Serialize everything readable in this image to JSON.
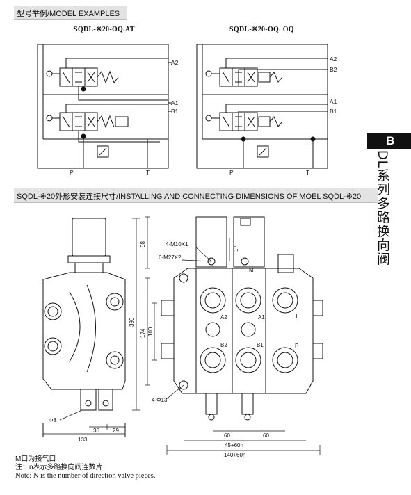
{
  "section1": {
    "title": "型号举例/MODEL EXAMPLES"
  },
  "schematics": [
    {
      "title": "SQDL-※20-OQ.AT",
      "ports": [
        "A2",
        "A1",
        "B1",
        "P",
        "T"
      ]
    },
    {
      "title": "SQDL-※20-OQ. OQ",
      "ports": [
        "A2",
        "B2",
        "A1",
        "B1",
        "P",
        "T"
      ]
    }
  ],
  "section2": {
    "title": "SQDL-※20外形安装连接尺寸/INSTALLING AND CONNECTING DIMENSIONS OF MOEL SQDL-※20"
  },
  "side_tab": {
    "letter": "B",
    "text": "DL系列多路换向阀"
  },
  "drawing": {
    "callouts": {
      "bolts": "4-M10X1",
      "ports": "6-M27X2",
      "mount_holes": "4-Φ13",
      "pin": "Φ8"
    },
    "dims": {
      "height_390": "390",
      "height_98": "98",
      "height_174": "174",
      "height_100": "100",
      "top_17": "17",
      "w_133": "133",
      "w_30": "30",
      "w_29": "29",
      "pitch_a": "60",
      "pitch_b": "60",
      "w_45_60n": "45+60n",
      "w_140_60n": "140+60n"
    },
    "port_labels": {
      "m": "M",
      "a2": "A2",
      "a1": "A1",
      "t": "T",
      "b2": "B2",
      "b1": "B1",
      "p": "P"
    }
  },
  "notes": {
    "line1": "M口为接气口",
    "line2": "注：n表示多路换向阀连数片",
    "line3": "Note: N is the number of direction valve pieces."
  }
}
